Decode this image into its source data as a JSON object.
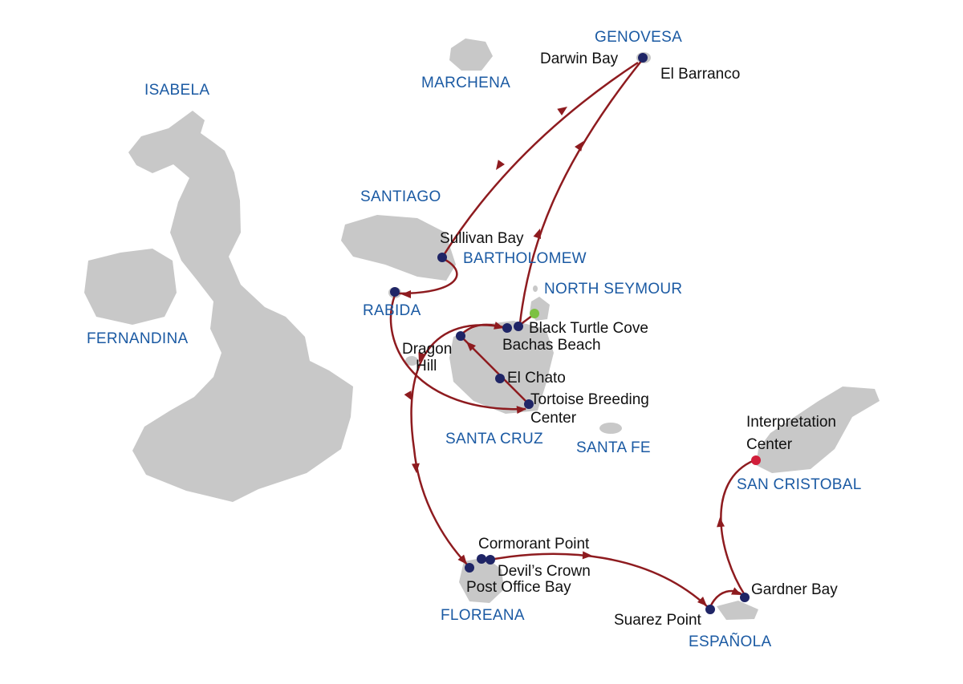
{
  "colors": {
    "land": "#c8c8c8",
    "route": "#8e1b1f",
    "site_dot": "#1f2566",
    "start_dot": "#7cc142",
    "end_dot": "#d11e3a",
    "island_label": "#1b5aa3"
  },
  "islands": {
    "isabela": "ISABELA",
    "genovesa": "GENOVESA",
    "marchena": "MARCHENA",
    "santiago": "SANTIAGO",
    "bartholomew": "BARTHOLOMEW",
    "north_seymour": "NORTH SEYMOUR",
    "rabida": "RABIDA",
    "fernandina": "FERNANDINA",
    "santa_cruz": "SANTA CRUZ",
    "santa_fe": "SANTA FE",
    "san_cristobal": "SAN CRISTOBAL",
    "floreana": "FLOREANA",
    "espanola": "ESPAÑOLA"
  },
  "sites": {
    "darwin_bay": "Darwin Bay",
    "el_barranco": "El Barranco",
    "sullivan_bay": "Sullivan Bay",
    "black_turtle_cove": "Black Turtle Cove",
    "bachas_beach": "Bachas Beach",
    "dragon_hill_1": "Dragon",
    "dragon_hill_2": "Hill",
    "el_chato": "El Chato",
    "tortoise_1": "Tortoise Breeding",
    "tortoise_2": "Center",
    "interpretation_1": "Interpretation",
    "interpretation_2": "Center",
    "cormorant_point": "Cormorant Point",
    "devils_crown": "Devil’s Crown",
    "post_office_bay": "Post Office Bay",
    "gardner_bay": "Gardner Bay",
    "suarez_point": "Suarez Point"
  }
}
